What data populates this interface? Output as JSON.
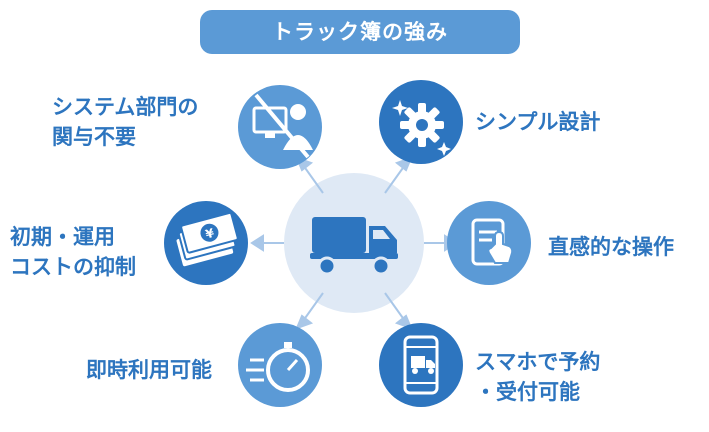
{
  "title": "トラック簿の強み",
  "features": [
    {
      "id": "no-system-dept",
      "lines": [
        "システム部門の",
        "関与不要"
      ],
      "icon": "computer-user-prohibited-icon",
      "color": "#5b9ad6"
    },
    {
      "id": "simple-design",
      "lines": [
        "シンプル設計"
      ],
      "icon": "gear-sparkle-icon",
      "color": "#2d75bf"
    },
    {
      "id": "low-cost",
      "lines": [
        "初期・運用",
        "コストの抑制"
      ],
      "icon": "yen-banknotes-icon",
      "color": "#2d75bf"
    },
    {
      "id": "intuitive-operation",
      "lines": [
        "直感的な操作"
      ],
      "icon": "tablet-touch-icon",
      "color": "#5b9ad6"
    },
    {
      "id": "immediate-use",
      "lines": [
        "即時利用可能"
      ],
      "icon": "stopwatch-speed-icon",
      "color": "#5b9ad6"
    },
    {
      "id": "smartphone-booking",
      "lines": [
        "スマホで予約",
        "・受付可能"
      ],
      "icon": "smartphone-truck-icon",
      "color": "#2d75bf"
    }
  ],
  "center": {
    "icon": "truck-icon",
    "color": "#2d75bf"
  }
}
